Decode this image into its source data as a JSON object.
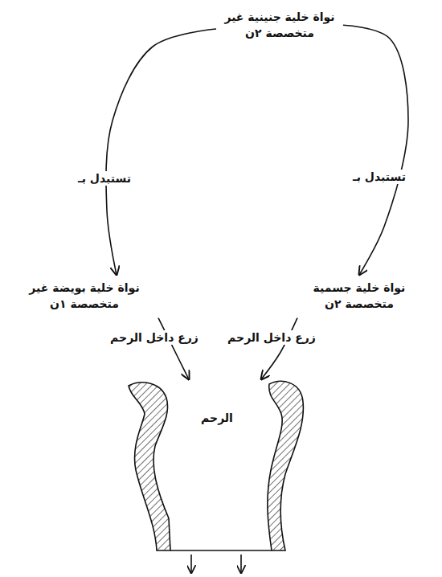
{
  "diagram": {
    "nodes": [
      {
        "text": [
          "نواة خلية جنينية غير متخصصة ٢ن"
        ]
      },
      {
        "text": [
          "نواة خلية جسمية متخصصة ٢ن"
        ]
      },
      {
        "text": [
          "نواة خلية بويضة غير متخصصة ١ن"
        ]
      },
      {
        "text": [
          "الرحم"
        ]
      }
    ],
    "edges": [
      {
        "from": 0,
        "to": 1,
        "label": "تستبدل بـ",
        "arrow": "to"
      },
      {
        "from": 0,
        "to": 2,
        "label": "تستبدل بـ",
        "arrow": "to"
      },
      {
        "from": 1,
        "to": 3,
        "label": "زرع داخل الرحم",
        "arrow": "to"
      },
      {
        "from": 2,
        "to": 3,
        "label": "زرع داخل الرحم",
        "arrow": "to"
      }
    ]
  }
}
